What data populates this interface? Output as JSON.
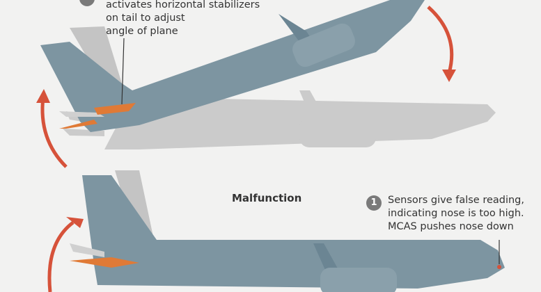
{
  "colors": {
    "plane": "#7d95a1",
    "ghost_plane": "#cbcbcb",
    "stabilizer": "#e07a36",
    "arrow": "#d6523a",
    "background": "#f2f2f1"
  },
  "top_callout": {
    "text_lines": [
      "activates horizontal stabilizers",
      "on tail to adjust",
      "angle of plane"
    ]
  },
  "malfunction": {
    "title": "Malfunction",
    "step_number": "1",
    "text_lines": [
      "Sensors give false reading,",
      "indicating nose is too high.",
      "MCAS pushes nose down"
    ]
  }
}
